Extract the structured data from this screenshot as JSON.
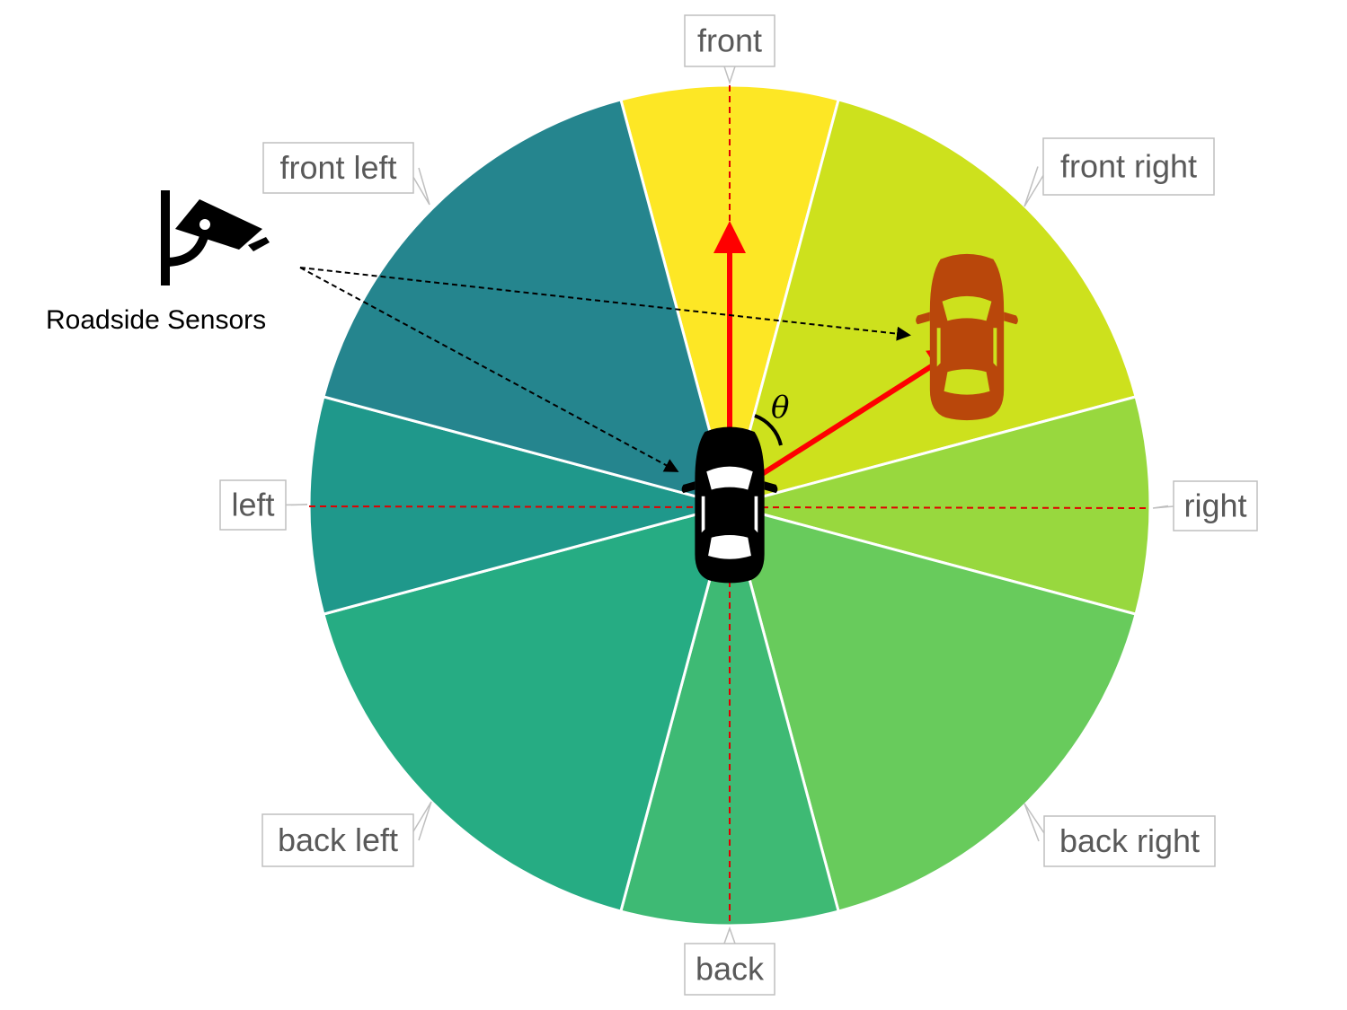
{
  "sectors": [
    {
      "id": "front",
      "label": "front",
      "color": "#fde725"
    },
    {
      "id": "front-right",
      "label": "front right",
      "color": "#cde11d"
    },
    {
      "id": "right",
      "label": "right",
      "color": "#98d83e"
    },
    {
      "id": "back-right",
      "label": "back right",
      "color": "#68cb5c"
    },
    {
      "id": "back",
      "label": "back",
      "color": "#3eba74"
    },
    {
      "id": "back-left",
      "label": "back left",
      "color": "#26ac83"
    },
    {
      "id": "left",
      "label": "left",
      "color": "#1f988b"
    },
    {
      "id": "front-left",
      "label": "front left",
      "color": "#25858e"
    }
  ],
  "sensor": {
    "label": "Roadside Sensors",
    "icon": "cctv-camera-icon"
  },
  "angle_symbol": "θ",
  "ego_vehicle": {
    "icon": "car-top-view-icon",
    "color": "#000000"
  },
  "target_vehicle": {
    "icon": "car-top-view-icon",
    "color": "#b9470b"
  },
  "accent_color": "#ff0000"
}
